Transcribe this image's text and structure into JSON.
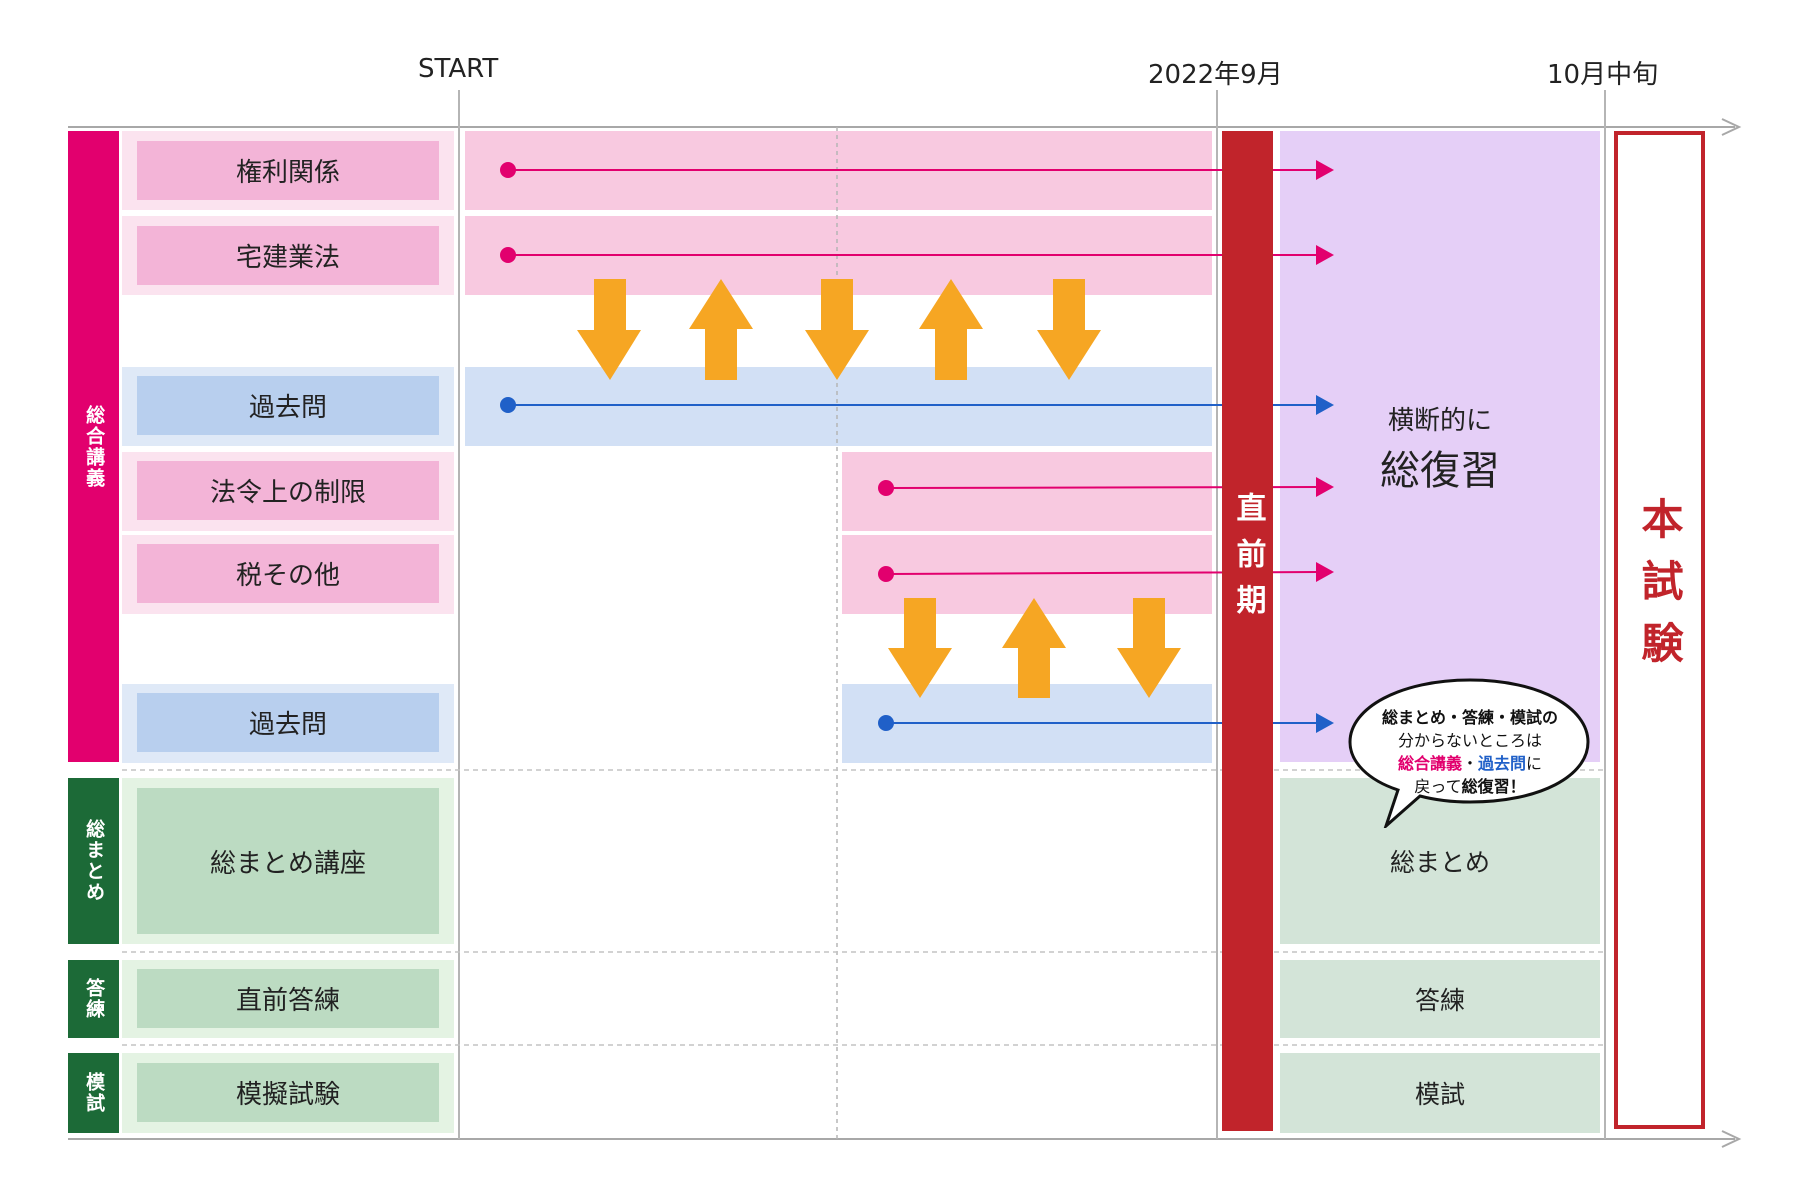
{
  "timeline": {
    "start": "START",
    "mid": "2022年9月",
    "end": "10月中旬"
  },
  "categories": {
    "sogo": "総合講義",
    "matome": "総まとめ",
    "toren": "答練",
    "moshi": "模試"
  },
  "rows": {
    "kenri": "権利関係",
    "takken": "宅建業法",
    "kakomon1": "過去問",
    "horei": "法令上の制限",
    "zei": "税その他",
    "kakomon2": "過去問",
    "matome_course": "総まとめ講座",
    "chokuzen_toren": "直前答練",
    "mogi": "模擬試験"
  },
  "chokuzenki": "直前期",
  "honshiken": "本試験",
  "review": {
    "line1": "横断的に",
    "line2": "総復習"
  },
  "right_boxes": {
    "matome": "総まとめ",
    "toren": "答練",
    "moshi": "模試"
  },
  "bubble": {
    "l1": "総まとめ・答練・模試の",
    "l2": "分からないところは",
    "l3a": "総合講義",
    "l3b": "・",
    "l3c": "過去問",
    "l3d": "に",
    "l4a": "戻って",
    "l4b": "総復習",
    "l4c": "！"
  },
  "colors": {
    "magenta": "#e2006e",
    "dark_green": "#1c6a37",
    "dark_red": "#c1242b",
    "orange": "#f6a623",
    "blue": "#2060c8",
    "lavender": "#e5cff7"
  }
}
